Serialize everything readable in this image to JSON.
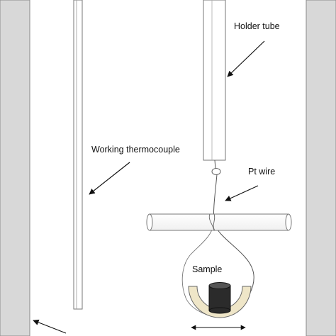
{
  "labels": {
    "holder_tube": "Holder tube",
    "working_thermocouple": "Working thermocouple",
    "pt_wire": "Pt wire",
    "sample": "Sample"
  },
  "colors": {
    "furnace_wall": "#d8d8d8",
    "outline": "#8a8a8a",
    "crucible": "#efe6c8",
    "sample": "#2b2b2b",
    "arrow": "#111111"
  }
}
